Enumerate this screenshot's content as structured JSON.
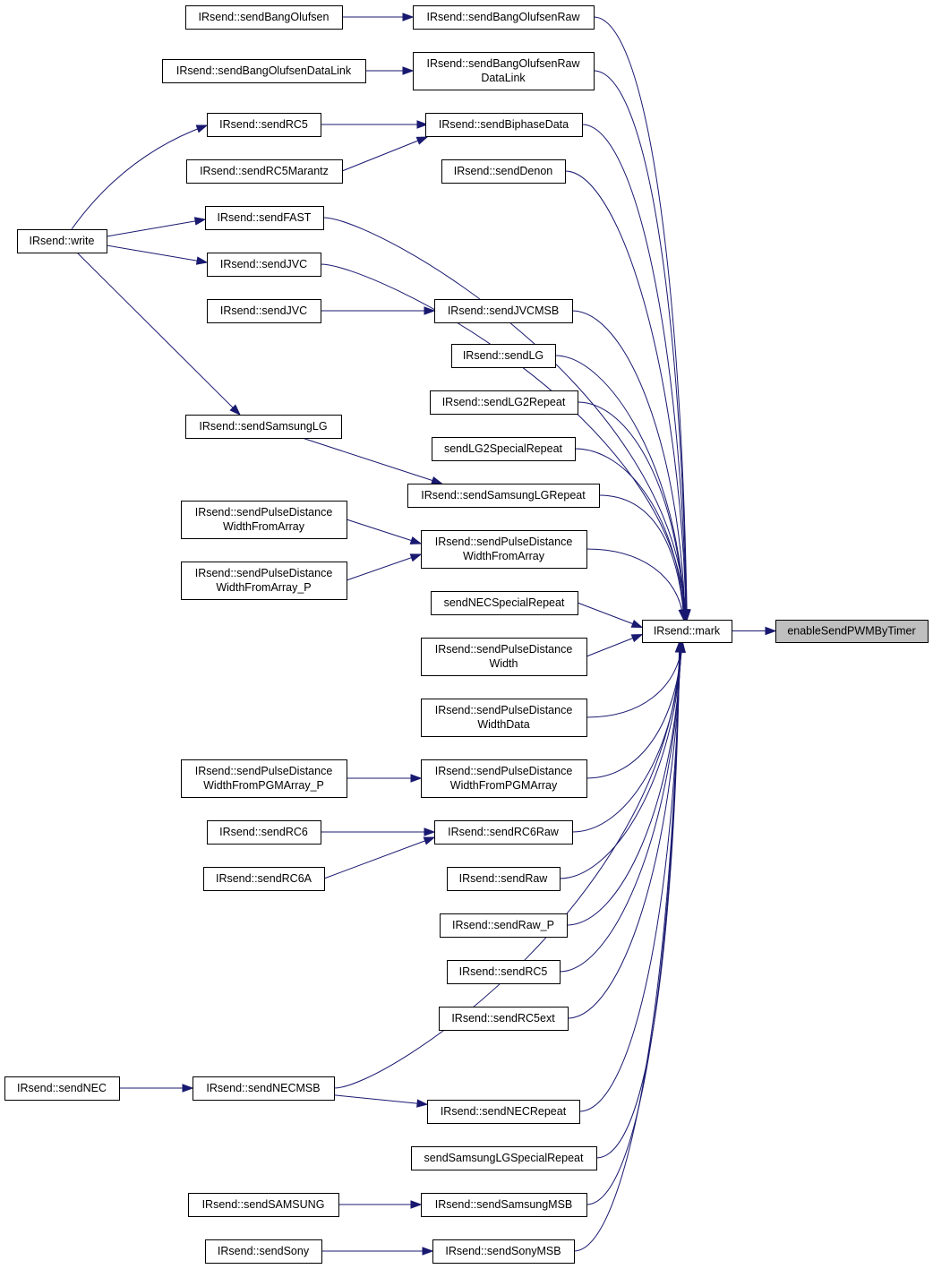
{
  "nodes": [
    {
      "id": "n_enable",
      "lines": [
        "enableSendPWMByTimer"
      ],
      "root": true
    },
    {
      "id": "n_mark",
      "lines": [
        "IRsend::mark"
      ]
    },
    {
      "id": "n_sboraw",
      "lines": [
        "IRsend::sendBangOlufsenRaw"
      ]
    },
    {
      "id": "n_sbo",
      "lines": [
        "IRsend::sendBangOlufsen"
      ]
    },
    {
      "id": "n_sborawdl",
      "lines": [
        "IRsend::sendBangOlufsenRaw",
        "DataLink"
      ]
    },
    {
      "id": "n_sbodl",
      "lines": [
        "IRsend::sendBangOlufsenDataLink"
      ]
    },
    {
      "id": "n_sbiphase",
      "lines": [
        "IRsend::sendBiphaseData"
      ]
    },
    {
      "id": "n_src5_a",
      "lines": [
        "IRsend::sendRC5"
      ]
    },
    {
      "id": "n_src5m",
      "lines": [
        "IRsend::sendRC5Marantz"
      ]
    },
    {
      "id": "n_sdenon",
      "lines": [
        "IRsend::sendDenon"
      ]
    },
    {
      "id": "n_sfast",
      "lines": [
        "IRsend::sendFAST"
      ]
    },
    {
      "id": "n_write",
      "lines": [
        "IRsend::write"
      ]
    },
    {
      "id": "n_sjvc_a",
      "lines": [
        "IRsend::sendJVC"
      ]
    },
    {
      "id": "n_sjvcmsb",
      "lines": [
        "IRsend::sendJVCMSB"
      ]
    },
    {
      "id": "n_sjvc_b",
      "lines": [
        "IRsend::sendJVC"
      ]
    },
    {
      "id": "n_slg",
      "lines": [
        "IRsend::sendLG"
      ]
    },
    {
      "id": "n_slg2r",
      "lines": [
        "IRsend::sendLG2Repeat"
      ]
    },
    {
      "id": "n_slg2sr",
      "lines": [
        "sendLG2SpecialRepeat"
      ]
    },
    {
      "id": "n_ssamlgr",
      "lines": [
        "IRsend::sendSamsungLGRepeat"
      ]
    },
    {
      "id": "n_ssamlg",
      "lines": [
        "IRsend::sendSamsungLG"
      ]
    },
    {
      "id": "n_spdwfa",
      "lines": [
        "IRsend::sendPulseDistance",
        "WidthFromArray"
      ]
    },
    {
      "id": "n_spdwfa_l",
      "lines": [
        "IRsend::sendPulseDistance",
        "WidthFromArray"
      ]
    },
    {
      "id": "n_spdwfap",
      "lines": [
        "IRsend::sendPulseDistance",
        "WidthFromArray_P"
      ]
    },
    {
      "id": "n_snecsr",
      "lines": [
        "sendNECSpecialRepeat"
      ]
    },
    {
      "id": "n_spdw",
      "lines": [
        "IRsend::sendPulseDistance",
        "Width"
      ]
    },
    {
      "id": "n_spdwd",
      "lines": [
        "IRsend::sendPulseDistance",
        "WidthData"
      ]
    },
    {
      "id": "n_spdwfpgm",
      "lines": [
        "IRsend::sendPulseDistance",
        "WidthFromPGMArray"
      ]
    },
    {
      "id": "n_spdwfpgmp",
      "lines": [
        "IRsend::sendPulseDistance",
        "WidthFromPGMArray_P"
      ]
    },
    {
      "id": "n_src6raw",
      "lines": [
        "IRsend::sendRC6Raw"
      ]
    },
    {
      "id": "n_src6",
      "lines": [
        "IRsend::sendRC6"
      ]
    },
    {
      "id": "n_src6a",
      "lines": [
        "IRsend::sendRC6A"
      ]
    },
    {
      "id": "n_sraw",
      "lines": [
        "IRsend::sendRaw"
      ]
    },
    {
      "id": "n_srawp",
      "lines": [
        "IRsend::sendRaw_P"
      ]
    },
    {
      "id": "n_src5_b",
      "lines": [
        "IRsend::sendRC5"
      ]
    },
    {
      "id": "n_src5ext",
      "lines": [
        "IRsend::sendRC5ext"
      ]
    },
    {
      "id": "n_snecmsb",
      "lines": [
        "IRsend::sendNECMSB"
      ]
    },
    {
      "id": "n_snec",
      "lines": [
        "IRsend::sendNEC"
      ]
    },
    {
      "id": "n_snecr",
      "lines": [
        "IRsend::sendNECRepeat"
      ]
    },
    {
      "id": "n_ssamlgsr",
      "lines": [
        "sendSamsungLGSpecialRepeat"
      ]
    },
    {
      "id": "n_ssammsb",
      "lines": [
        "IRsend::sendSamsungMSB"
      ]
    },
    {
      "id": "n_ssam",
      "lines": [
        "IRsend::sendSAMSUNG"
      ]
    },
    {
      "id": "n_ssonymsb",
      "lines": [
        "IRsend::sendSonyMSB"
      ]
    },
    {
      "id": "n_ssony",
      "lines": [
        "IRsend::sendSony"
      ]
    }
  ],
  "edges": [
    {
      "from": "n_mark",
      "to": "n_enable"
    },
    {
      "from": "n_sboraw",
      "to": "n_mark"
    },
    {
      "from": "n_sborawdl",
      "to": "n_mark"
    },
    {
      "from": "n_sbiphase",
      "to": "n_mark"
    },
    {
      "from": "n_sdenon",
      "to": "n_mark"
    },
    {
      "from": "n_sfast",
      "to": "n_mark"
    },
    {
      "from": "n_sjvc_a",
      "to": "n_mark"
    },
    {
      "from": "n_sjvcmsb",
      "to": "n_mark"
    },
    {
      "from": "n_slg",
      "to": "n_mark"
    },
    {
      "from": "n_slg2r",
      "to": "n_mark"
    },
    {
      "from": "n_slg2sr",
      "to": "n_mark"
    },
    {
      "from": "n_ssamlgr",
      "to": "n_mark"
    },
    {
      "from": "n_spdwfa",
      "to": "n_mark"
    },
    {
      "from": "n_snecsr",
      "to": "n_mark"
    },
    {
      "from": "n_spdw",
      "to": "n_mark"
    },
    {
      "from": "n_spdwd",
      "to": "n_mark"
    },
    {
      "from": "n_spdwfpgm",
      "to": "n_mark"
    },
    {
      "from": "n_src6raw",
      "to": "n_mark"
    },
    {
      "from": "n_sraw",
      "to": "n_mark"
    },
    {
      "from": "n_srawp",
      "to": "n_mark"
    },
    {
      "from": "n_src5_b",
      "to": "n_mark"
    },
    {
      "from": "n_src5ext",
      "to": "n_mark"
    },
    {
      "from": "n_snecmsb",
      "to": "n_mark"
    },
    {
      "from": "n_snecr",
      "to": "n_mark"
    },
    {
      "from": "n_ssamlgsr",
      "to": "n_mark"
    },
    {
      "from": "n_ssammsb",
      "to": "n_mark"
    },
    {
      "from": "n_ssonymsb",
      "to": "n_mark"
    },
    {
      "from": "n_sbo",
      "to": "n_sboraw"
    },
    {
      "from": "n_sbodl",
      "to": "n_sborawdl"
    },
    {
      "from": "n_src5_a",
      "to": "n_sbiphase"
    },
    {
      "from": "n_src5m",
      "to": "n_sbiphase"
    },
    {
      "from": "n_write",
      "to": "n_src5_a"
    },
    {
      "from": "n_write",
      "to": "n_sfast"
    },
    {
      "from": "n_write",
      "to": "n_sjvc_a"
    },
    {
      "from": "n_write",
      "to": "n_ssamlg"
    },
    {
      "from": "n_sjvc_b",
      "to": "n_sjvcmsb"
    },
    {
      "from": "n_ssamlg",
      "to": "n_ssamlgr"
    },
    {
      "from": "n_spdwfa_l",
      "to": "n_spdwfa"
    },
    {
      "from": "n_spdwfap",
      "to": "n_spdwfa"
    },
    {
      "from": "n_spdwfpgmp",
      "to": "n_spdwfpgm"
    },
    {
      "from": "n_src6",
      "to": "n_src6raw"
    },
    {
      "from": "n_src6a",
      "to": "n_src6raw"
    },
    {
      "from": "n_snec",
      "to": "n_snecmsb"
    },
    {
      "from": "n_snecmsb",
      "to": "n_snecr"
    },
    {
      "from": "n_ssam",
      "to": "n_ssammsb"
    },
    {
      "from": "n_ssony",
      "to": "n_ssonymsb"
    }
  ]
}
